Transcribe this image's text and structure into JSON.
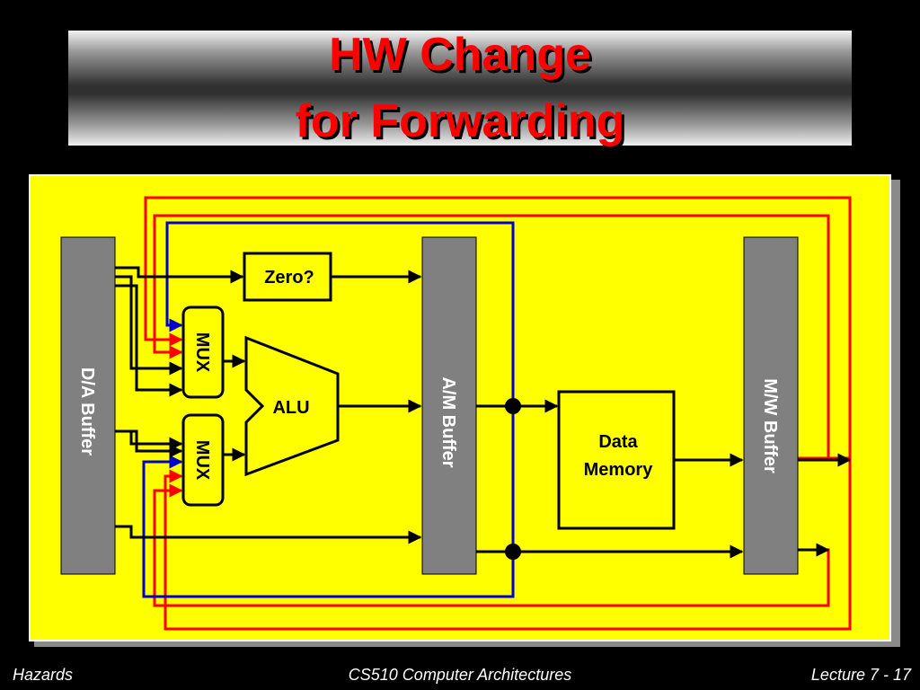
{
  "slide": {
    "title_line_1": "HW Change",
    "title_line_2": "for Forwarding"
  },
  "diagram": {
    "blocks": {
      "da_buffer": "D/A Buffer",
      "am_buffer": "A/M Buffer",
      "mw_buffer": "M/W Buffer",
      "zero_check": "Zero?",
      "mux_top": "MUX",
      "mux_bottom": "MUX",
      "alu": "ALU",
      "data_memory_line_1": "Data",
      "data_memory_line_2": "Memory"
    },
    "colors": {
      "panel": "#ffff00",
      "buffer": "#808080",
      "forward_from_mw": "#ff0000",
      "forward_from_am": "#0000cc",
      "wire": "#000000",
      "title": "#ff0000"
    }
  },
  "footer": {
    "left": "Hazards",
    "center": "CS510 Computer Architectures",
    "right": "Lecture 7 - 17"
  }
}
